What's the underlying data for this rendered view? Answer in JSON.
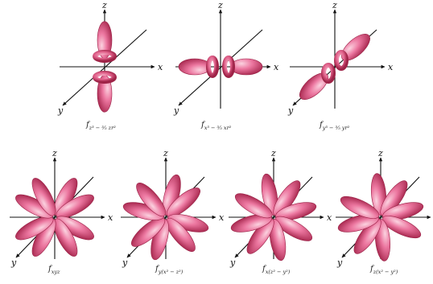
{
  "axis_labels": {
    "x": "x",
    "y": "y",
    "z": "z"
  },
  "orbital_symbol": "f",
  "colors": {
    "lobe": "#e8658f",
    "lobe_dark": "#b8335e",
    "lobe_light": "#f7b3c9",
    "axis": "#111111"
  },
  "orbitals": [
    {
      "id": "fz3",
      "subscript": "z³ − ³⁄₅ zr²"
    },
    {
      "id": "fx3",
      "subscript": "x³ − ³⁄₅ xr²"
    },
    {
      "id": "fy3",
      "subscript": "y³ − ³⁄₅ yr²"
    },
    {
      "id": "fxyz",
      "subscript": "xyz"
    },
    {
      "id": "fyx2z2",
      "subscript": "y(x² − z²)"
    },
    {
      "id": "fxz2y2",
      "subscript": "x(z² − y²)"
    },
    {
      "id": "fzx2y2",
      "subscript": "z(x² − y²)"
    }
  ]
}
